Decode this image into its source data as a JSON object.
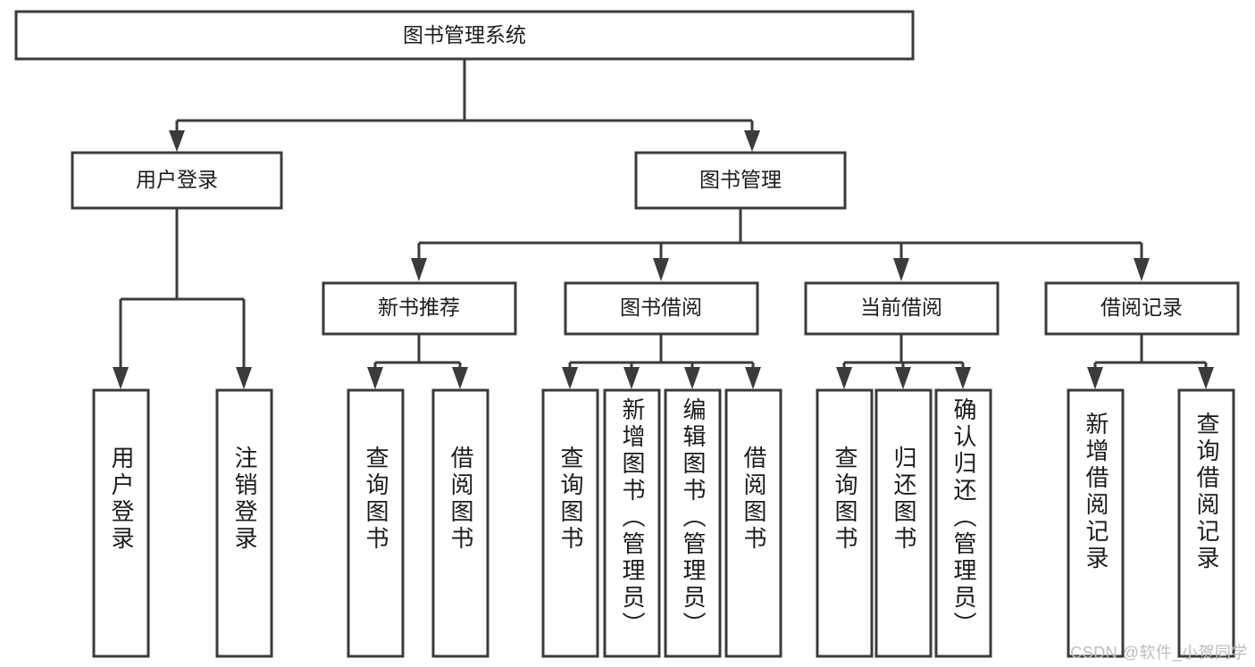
{
  "diagram": {
    "type": "hierarchy-tree",
    "title": "图书管理系统",
    "watermark": "CSDN @软件_小贺同学",
    "colors": {
      "stroke": "#3b3b3b",
      "fill": "#ffffff",
      "text": "#1c1c1c",
      "watermark": "#bdbdbd"
    },
    "root": {
      "label": "图书管理系统"
    },
    "level2": [
      {
        "label": "用户登录"
      },
      {
        "label": "图书管理"
      }
    ],
    "level3": [
      {
        "label": "新书推荐"
      },
      {
        "label": "图书借阅"
      },
      {
        "label": "当前借阅"
      },
      {
        "label": "借阅记录"
      }
    ],
    "leaves": {
      "user_login": [
        {
          "label": "用户登录"
        },
        {
          "label": "注销登录"
        }
      ],
      "new_book_recommend": [
        {
          "label": "查询图书"
        },
        {
          "label": "借阅图书"
        }
      ],
      "book_borrow": [
        {
          "label": "查询图书"
        },
        {
          "label": "新增图书（管理员）"
        },
        {
          "label": "编辑图书（管理员）"
        },
        {
          "label": "借阅图书"
        }
      ],
      "current_borrow": [
        {
          "label": "查询图书"
        },
        {
          "label": "归还图书"
        },
        {
          "label": "确认归还（管理员）"
        }
      ],
      "borrow_record": [
        {
          "label": "新增借阅记录"
        },
        {
          "label": "查询借阅记录"
        }
      ]
    }
  }
}
